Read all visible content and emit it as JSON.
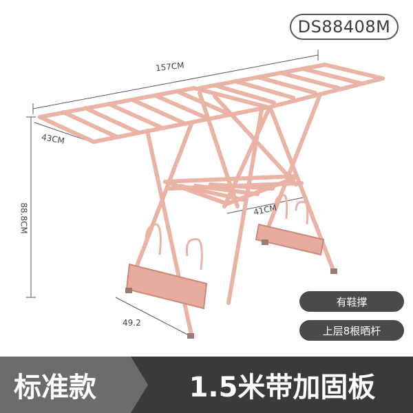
{
  "model": "DS88408M",
  "dimensions": {
    "width": "157CM",
    "depth": "43CM",
    "height": "88.8CM",
    "depth_inner": "41CM",
    "foot": "49.2"
  },
  "features": {
    "shoe_holder": "有鞋撑",
    "upper_rods": "上层8根晒杆"
  },
  "banner": {
    "left": "标准款",
    "right": "1.5米带加固板"
  },
  "colors": {
    "rack": "#e9b3a6",
    "rack_dark": "#c98878",
    "banner_dark": "#3a3a3a",
    "banner_light": "#6b6b6b"
  }
}
